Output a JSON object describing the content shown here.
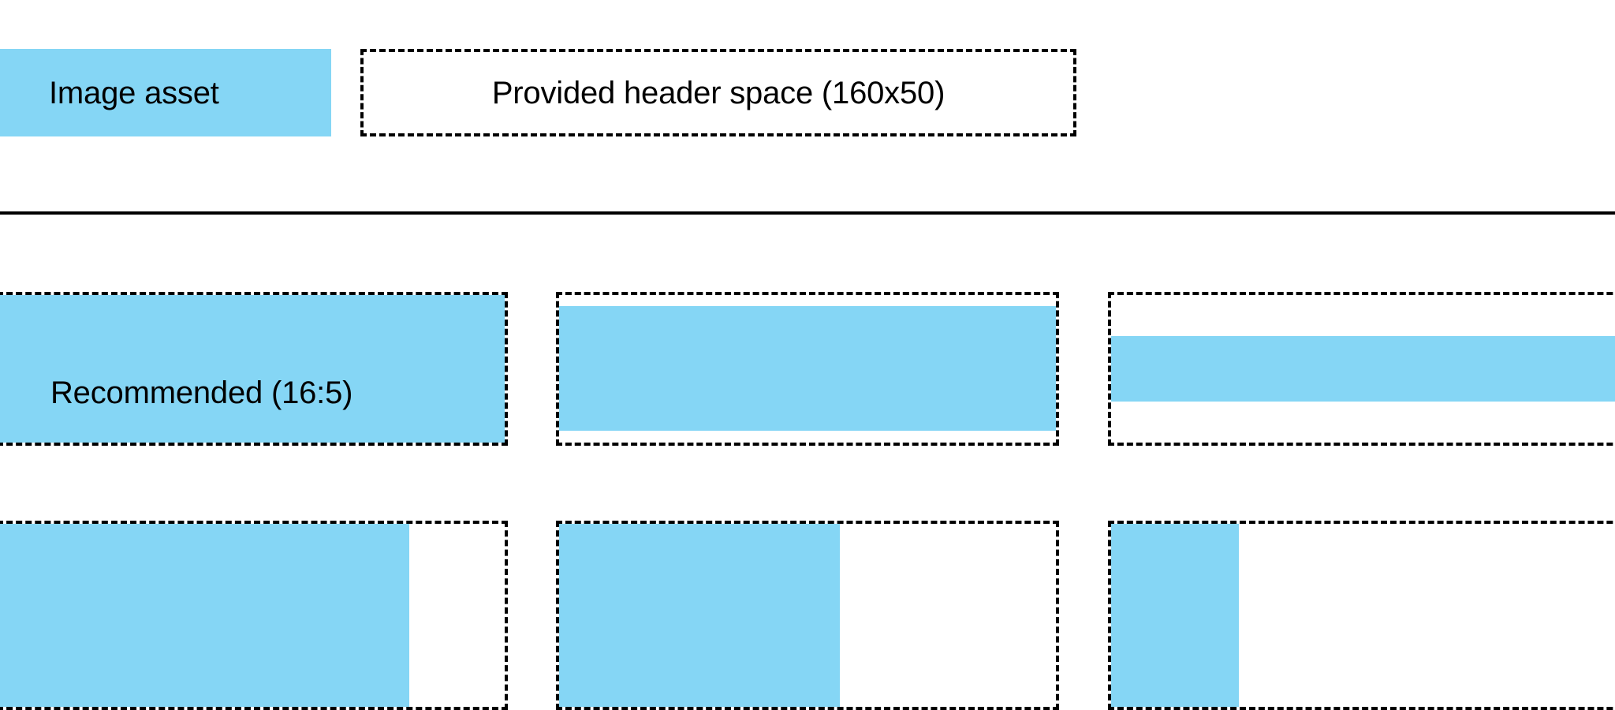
{
  "legend": {
    "asset_swatch_label": "Image asset",
    "header_space_label": "Provided header space (160x50)"
  },
  "colors": {
    "asset_fill": "#85D6F5",
    "outline": "#000000",
    "background": "#ffffff"
  },
  "grid": {
    "rows": [
      {
        "name": "row-aspect-ratios",
        "cells": [
          {
            "name": "recommended-16-5",
            "label": "Recommended (16:5)",
            "fill_mode": "full-bleed"
          },
          {
            "name": "ratio-taller-fit",
            "label": "",
            "fill_mode": "vertical-inset"
          },
          {
            "name": "ratio-tallest-fit",
            "label": "",
            "fill_mode": "vertical-inset-large"
          }
        ]
      },
      {
        "name": "row-narrow-assets",
        "cells": [
          {
            "name": "asset-width-wide",
            "label": "",
            "fill_mode": "horizontal-partial"
          },
          {
            "name": "asset-width-medium",
            "label": "",
            "fill_mode": "horizontal-partial"
          },
          {
            "name": "asset-width-narrow",
            "label": "",
            "fill_mode": "horizontal-partial"
          }
        ]
      }
    ]
  }
}
